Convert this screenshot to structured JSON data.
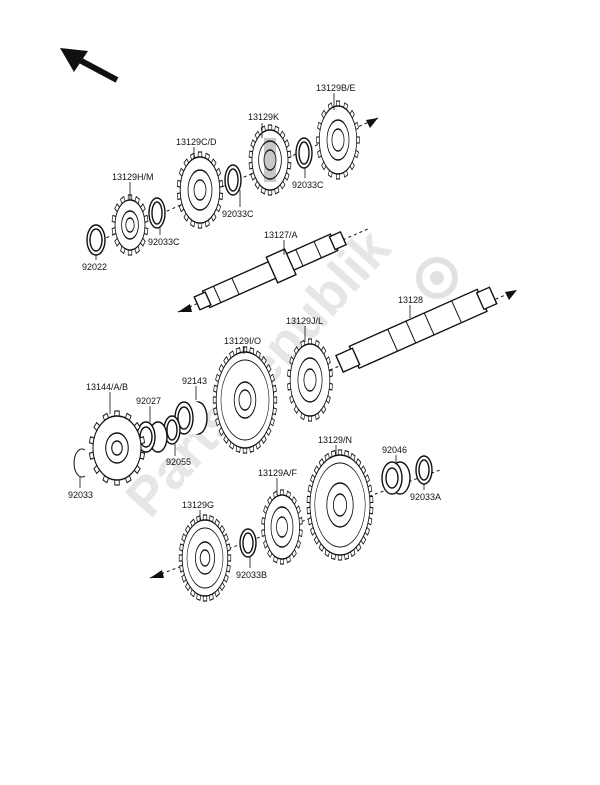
{
  "watermark": "PartsRepublik",
  "parts": [
    {
      "id": "13129B_E",
      "text": "13129B/E"
    },
    {
      "id": "13129K",
      "text": "13129K"
    },
    {
      "id": "13129C_D",
      "text": "13129C/D"
    },
    {
      "id": "92033C_a",
      "text": "92033C"
    },
    {
      "id": "92033C_b",
      "text": "92033C"
    },
    {
      "id": "13129H_M",
      "text": "13129H/M"
    },
    {
      "id": "92033C_c",
      "text": "92033C"
    },
    {
      "id": "92022",
      "text": "92022"
    },
    {
      "id": "13127_A",
      "text": "13127/A"
    },
    {
      "id": "13128",
      "text": "13128"
    },
    {
      "id": "13129J_L",
      "text": "13129J/L"
    },
    {
      "id": "13129I_O",
      "text": "13129I/O"
    },
    {
      "id": "92143",
      "text": "92143"
    },
    {
      "id": "13144_A_B",
      "text": "13144/A/B"
    },
    {
      "id": "92027",
      "text": "92027"
    },
    {
      "id": "92055",
      "text": "92055"
    },
    {
      "id": "92033",
      "text": "92033"
    },
    {
      "id": "13129_N",
      "text": "13129/N"
    },
    {
      "id": "92046",
      "text": "92046"
    },
    {
      "id": "92033A",
      "text": "92033A"
    },
    {
      "id": "13129A_F",
      "text": "13129A/F"
    },
    {
      "id": "13129G",
      "text": "13129G"
    },
    {
      "id": "92033B",
      "text": "92033B"
    }
  ]
}
